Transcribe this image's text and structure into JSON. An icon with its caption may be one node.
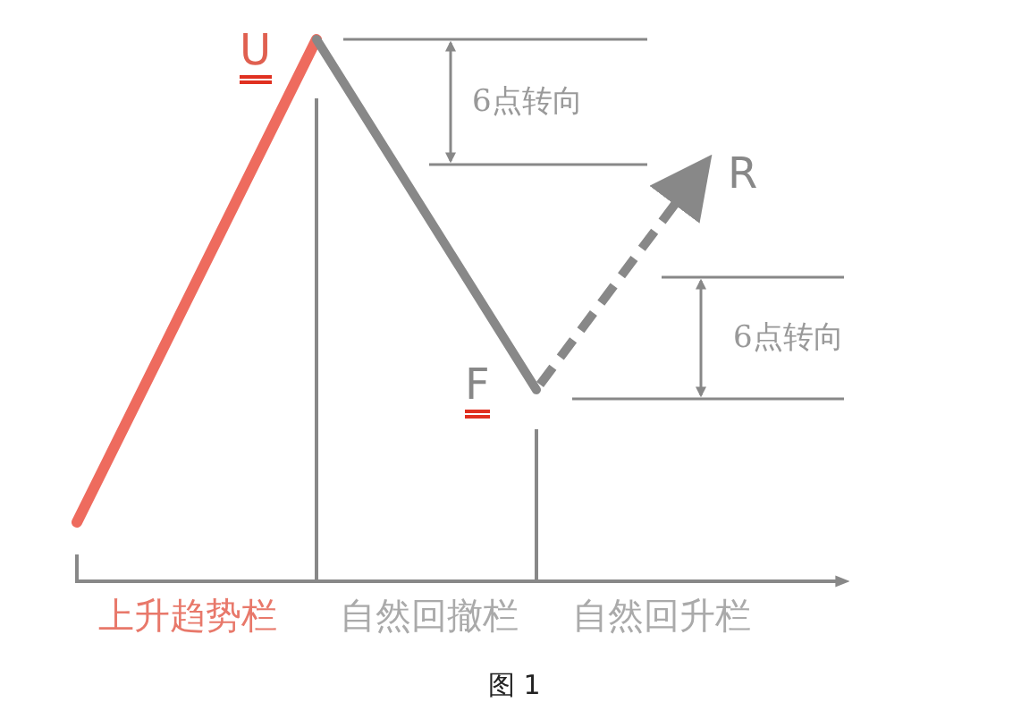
{
  "diagram": {
    "caption": "图 1",
    "labels": [
      "U",
      "6点转向",
      "R",
      "6点转向",
      "F",
      "上升趋势栏",
      "自然回撤栏",
      "自然回升栏"
    ]
  }
}
